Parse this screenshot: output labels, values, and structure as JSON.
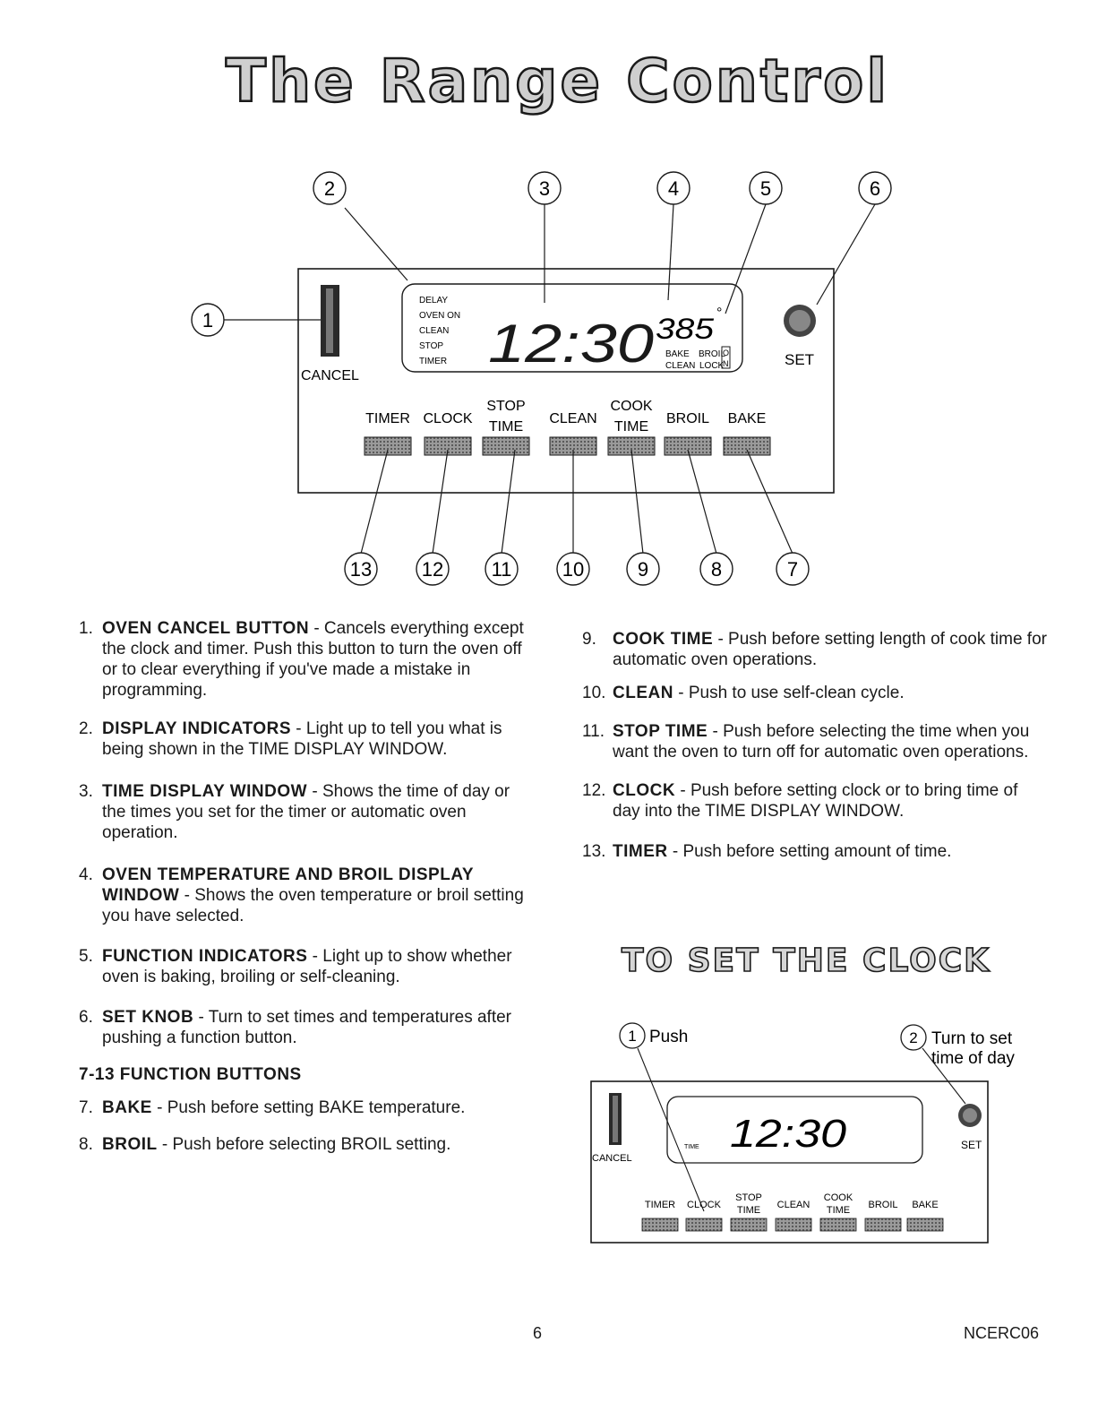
{
  "title": "The Range Control",
  "diagram": {
    "callouts": [
      "1",
      "2",
      "3",
      "4",
      "5",
      "6",
      "7",
      "8",
      "9",
      "10",
      "11",
      "12",
      "13"
    ],
    "cancel_label": "CANCEL",
    "set_label": "SET",
    "indicators_left": [
      "DELAY",
      "OVEN ON",
      "CLEAN",
      "STOP",
      "TIMER"
    ],
    "time_display": "12:30",
    "temp_display": "385",
    "degree_mark": "°",
    "indicators_right": [
      "BAKE",
      "BROIL",
      "CLEAN",
      "LOCK"
    ],
    "lock_letters": [
      "O",
      "N"
    ],
    "buttons": [
      {
        "line1": "",
        "line2": "TIMER"
      },
      {
        "line1": "",
        "line2": "CLOCK"
      },
      {
        "line1": "STOP",
        "line2": "TIME"
      },
      {
        "line1": "",
        "line2": "CLEAN"
      },
      {
        "line1": "COOK",
        "line2": "TIME"
      },
      {
        "line1": "",
        "line2": "BROIL"
      },
      {
        "line1": "",
        "line2": "BAKE"
      }
    ]
  },
  "left_items": [
    {
      "num": "1.",
      "term": "OVEN CANCEL BUTTON",
      "text": " - Cancels everything except the clock and timer. Push this button to turn the oven off or to clear everything if you've made a mistake in programming."
    },
    {
      "num": "2.",
      "term": "DISPLAY INDICATORS",
      "text": " - Light up to tell you what is being shown in the TIME DISPLAY WINDOW."
    },
    {
      "num": "3.",
      "term": "TIME DISPLAY WINDOW",
      "text": " - Shows the time of day or the times you set for the timer or automatic oven operation."
    },
    {
      "num": "4.",
      "term": "OVEN TEMPERATURE AND BROIL DISPLAY WINDOW",
      "text": " - Shows the oven temperature or broil setting you have selected."
    },
    {
      "num": "5.",
      "term": "FUNCTION INDICATORS",
      "text": " - Light up to show whether oven is baking, broiling or self-cleaning."
    },
    {
      "num": "6.",
      "term": "SET KNOB",
      "text": " - Turn to set times and temperatures after pushing a function button."
    }
  ],
  "function_header": "7-13 FUNCTION BUTTONS",
  "left_items_2": [
    {
      "num": "7.",
      "term": "BAKE",
      "text": " - Push before setting BAKE temperature."
    },
    {
      "num": "8.",
      "term": "BROIL",
      "text": " - Push before selecting BROIL setting."
    }
  ],
  "right_items": [
    {
      "num": "9.",
      "term": "COOK TIME",
      "text": " - Push before setting length of cook time for automatic oven operations."
    },
    {
      "num": "10.",
      "term": "CLEAN",
      "text": " - Push to use self-clean cycle."
    },
    {
      "num": "11.",
      "term": "STOP TIME",
      "text": " - Push before selecting the time when you want the oven to turn off for automatic oven operations."
    },
    {
      "num": "12.",
      "term": "CLOCK",
      "text": " - Push before setting clock or to bring time of day into the TIME DISPLAY WINDOW."
    },
    {
      "num": "13.",
      "term": "TIMER",
      "text": " - Push before setting amount of time."
    }
  ],
  "clock_section": {
    "title": "TO SET THE CLOCK",
    "step1_num": "1",
    "step1_text": "Push",
    "step2_num": "2",
    "step2_line1": "Turn to set",
    "step2_line2": "time of day",
    "time_display": "12:30",
    "time_label": "TIME",
    "cancel_label": "CANCEL",
    "set_label": "SET"
  },
  "footer": {
    "page": "6",
    "code": "NCERC06"
  }
}
